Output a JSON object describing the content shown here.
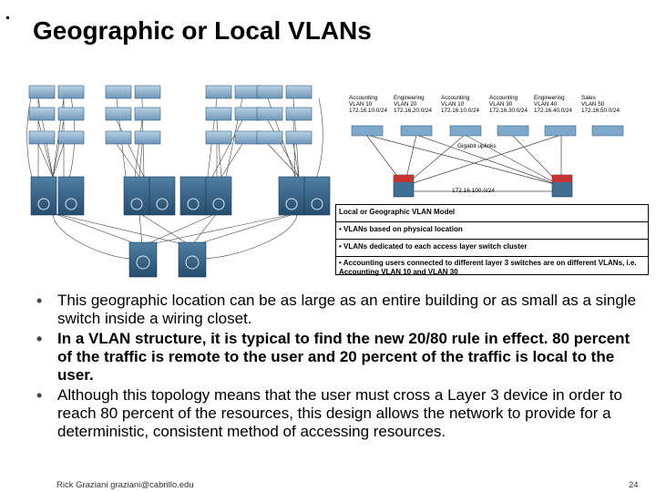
{
  "slide": {
    "title": "Geographic or Local VLANs",
    "vlans": [
      {
        "dept": "Accounting",
        "vlan": "VLAN 10",
        "subnet": "172.16.10.0/24"
      },
      {
        "dept": "Engineering",
        "vlan": "VLAN 20",
        "subnet": "172.16.20.0/24"
      },
      {
        "dept": "Accounting",
        "vlan": "VLAN 10",
        "subnet": "172.16.10.0/24"
      },
      {
        "dept": "Accounting",
        "vlan": "VLAN 30",
        "subnet": "172.16.30.0/24"
      },
      {
        "dept": "Engineering",
        "vlan": "VLAN 40",
        "subnet": "172.16.40.0/24"
      },
      {
        "dept": "Sales",
        "vlan": "VLAN 50",
        "subnet": "172.16.50.0/24"
      }
    ],
    "gigabit_label": "Gigabit uplinks",
    "core_subnet": "172.16.100.0/24",
    "model_box": {
      "heading": "Local or Geographic VLAN Model",
      "items": [
        "• VLANs based on physical location",
        "• VLANs dedicated to each access layer switch cluster",
        "• Accounting users connected to different layer 3 switches are on different VLANs, i.e. Accounting VLAN 10 and VLAN 30"
      ]
    },
    "bullets": [
      "This geographic location can be as large as an entire building or as small as a single switch inside a wiring closet.",
      "In a VLAN structure, it is typical to find the new 20/80 rule in effect. 80 percent of the traffic is remote to the user and 20 percent of the traffic is local to the user.",
      "Although this topology means that the user must cross a Layer 3 device in order to reach 80 percent of the resources, this design allows the network to provide for a deterministic, consistent method of accessing resources."
    ],
    "footer": "Rick Graziani graziani@cabrillo.edu",
    "page_number": "24"
  }
}
